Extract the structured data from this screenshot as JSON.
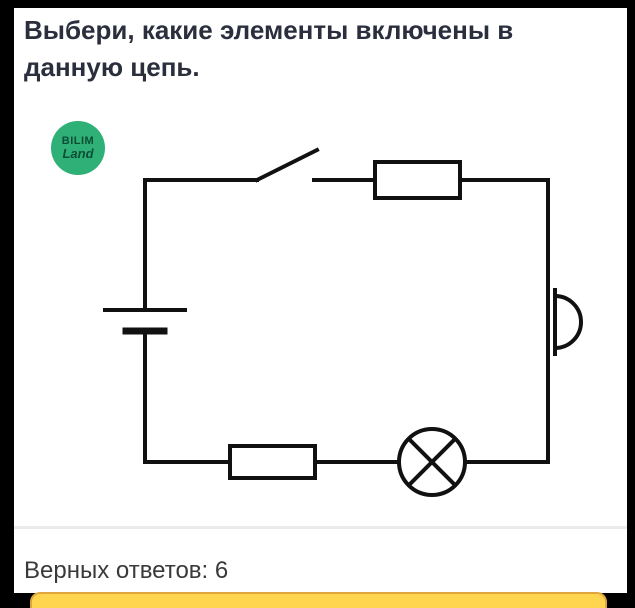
{
  "header": {
    "title": "Выбери, какие элементы включены в данную цепь."
  },
  "logo": {
    "line1": "BILIM",
    "line2": "Land"
  },
  "diagram": {
    "type": "electric-circuit",
    "components": [
      "battery",
      "open switch",
      "fuse",
      "bell",
      "lamp",
      "resistor"
    ],
    "wire_color": "#111111"
  },
  "footer": {
    "correct_answers": "Верных ответов: 6",
    "correct_count": 6
  },
  "colors": {
    "logo_green": "#2fb077",
    "button_yellow": "#ffd44f",
    "button_border": "#dfa63e",
    "title": "#2b2f3d",
    "background_frame": "#000000"
  }
}
